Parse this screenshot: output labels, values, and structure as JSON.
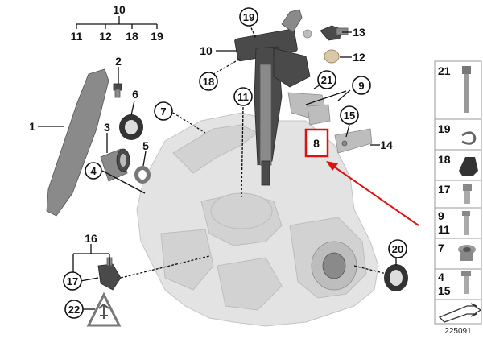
{
  "callouts": {
    "group_top": "10",
    "group_top_children": [
      "11",
      "12",
      "18",
      "19"
    ],
    "n1": "1",
    "n2": "2",
    "n3": "3",
    "n4": "4",
    "n5": "5",
    "n6": "6",
    "n7": "7",
    "n8": "8",
    "n9": "9",
    "n10": "10",
    "n11": "11",
    "n12": "12",
    "n13": "13",
    "n14": "14",
    "n15": "15",
    "n16": "16",
    "n17": "17",
    "n18": "18",
    "n19": "19",
    "n20": "20",
    "n21": "21",
    "n22": "22"
  },
  "sidebar": {
    "items": [
      {
        "label": "21"
      },
      {
        "label": "19"
      },
      {
        "label": "18"
      },
      {
        "label": "17"
      },
      {
        "label": "9",
        "label2": "11"
      },
      {
        "label": "7"
      },
      {
        "label": "4",
        "label2": "15"
      }
    ]
  },
  "image_number": "225091",
  "highlight_color": "#e01010",
  "icons": [
    "warning-triangle-icon",
    "arrow-icon"
  ]
}
